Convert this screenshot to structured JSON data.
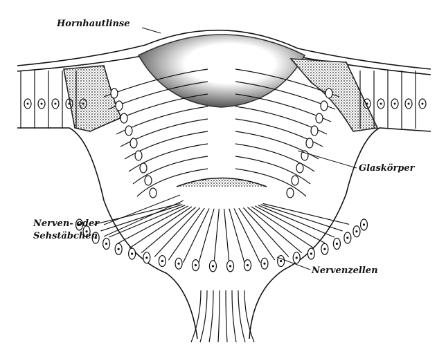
{
  "labels": {
    "cornea_lens": "Hornhautlinse",
    "vitreous_body": "Glaskörper",
    "rods_line1": "Nerven- oder",
    "rods_line2": "Sehstäbchen",
    "nerve_cells": "Nervenzellen"
  }
}
